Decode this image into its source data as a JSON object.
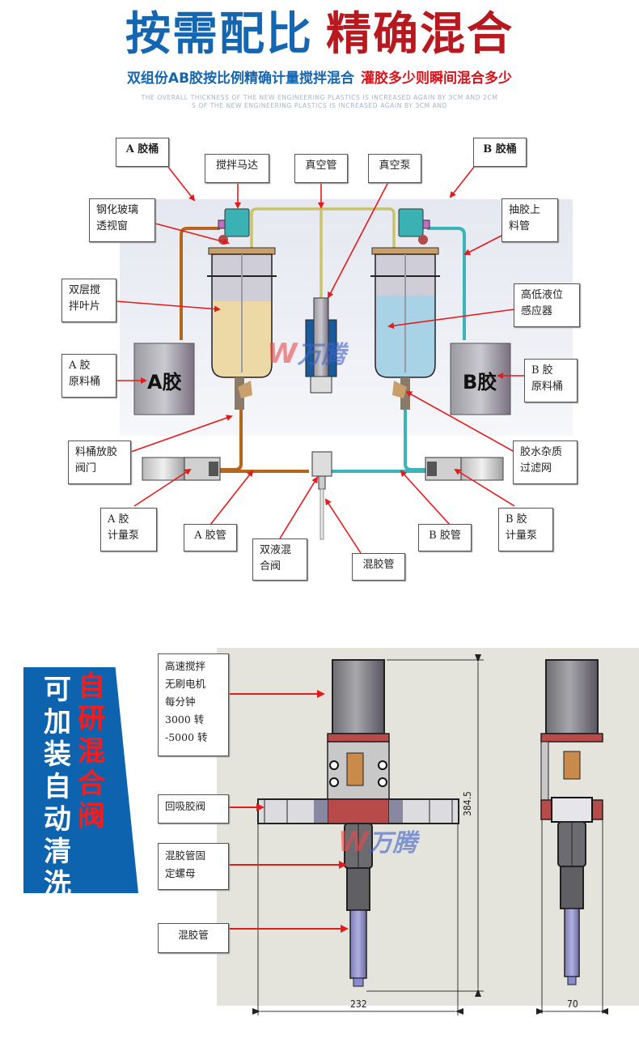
{
  "header": {
    "title_blue": "按需配比",
    "title_red": "精确混合",
    "subtitle_blue": "双组份AB胶按比例精确计量搅拌混合",
    "subtitle_red": "灌胶多少则瞬间混合多少",
    "english_line1": "THE OVERALL THICKNESS OF THE NEW ENGINEERING PLASTICS IS INCREASED AGAIN BY 3CM AND 2CM",
    "english_line2": "S OF THE NEW ENGINEERING PLASTICS IS INCREASED AGAIN BY 3CM AND"
  },
  "system_diagram": {
    "labels": {
      "a_tank": "A 胶桶",
      "stir_motor": "搅拌马达",
      "vacuum_tube": "真空管",
      "vacuum_pump": "真空泵",
      "b_tank": "B 胶桶",
      "glass_window": "钢化玻璃\n透视窗",
      "feed_tube": "抽胶上\n料管",
      "double_blade": "双层搅\n拌叶片",
      "level_sensor": "高低液位\n感应器",
      "a_raw_bucket": "A 胶\n原料桶",
      "b_raw_bucket": "B 胶\n原料桶",
      "drain_valve": "料桶放胶\n阀门",
      "filter": "胶水杂质\n过滤网",
      "a_meter_pump": "A 胶\n计量泵",
      "a_tube": "A 胶管",
      "mix_valve": "双液混\n合阀",
      "mix_tube": "混胶管",
      "b_tube": "B 胶管",
      "b_meter_pump": "B 胶\n计量泵"
    },
    "bucket_a_text": "A胶",
    "bucket_b_text": "B胶",
    "watermark_latin": "W",
    "watermark_cn": "万腾",
    "colors": {
      "a_fluid": "#ecd9a6",
      "b_fluid": "#a8d3e6",
      "a_pipe": "#b5651d",
      "b_pipe": "#3bb3b8",
      "vacuum_pipe": "#c9c46a",
      "motor": "#3ab2b4",
      "arrow": "#e41b1b"
    }
  },
  "valve_section": {
    "side_banner_white": [
      "可",
      "加",
      "装",
      "自",
      "动",
      "清",
      "洗"
    ],
    "side_banner_red": [
      "自",
      "研",
      "混",
      "合",
      "阀"
    ],
    "labels": {
      "motor": "高速搅拌\n无刷电机\n每分钟\n3000 转\n-5000 转",
      "suckback_valve": "回吸胶阀",
      "fix_nut": "混胶管固\n定螺母",
      "mix_tube": "混胶管"
    },
    "dimensions": {
      "height": "384.5",
      "width_front": "232",
      "width_side": "70"
    },
    "banner_color": "#0d63ad",
    "banner_red": "#ff1a1a"
  }
}
